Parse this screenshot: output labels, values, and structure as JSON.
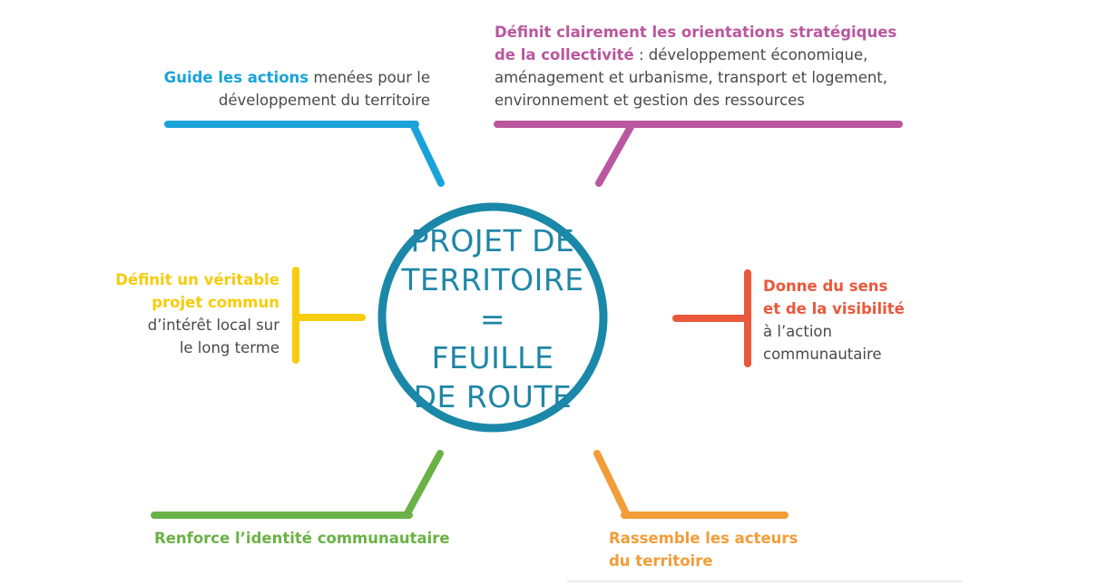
{
  "center": {
    "line1": "PROJET DE",
    "line2": "TERRITOIRE",
    "line3": "=",
    "line4": "FEUILLE",
    "line5": "DE ROUTE"
  },
  "branches": {
    "guide": {
      "color": "#1aa3d8",
      "bold": "Guide les actions",
      "rest1": " menées pour le",
      "line2": "développement du territoire"
    },
    "strategic": {
      "color": "#b9579f",
      "line1": "Définit clairement les orientations stratégiques",
      "bold2": "de la collectivité",
      "rest2": " : développement économique,",
      "line3": "aménagement et urbanisme, transport et logement,",
      "line4": "environnement et gestion des ressources"
    },
    "project": {
      "color": "#f7cc0d",
      "line1": "Définit un véritable",
      "line2": "projet commun",
      "line3": "d’intérêt local sur",
      "line4": "le long terme"
    },
    "meaning": {
      "color": "#e9583a",
      "line1": "Donne du sens",
      "line2": "et de la visibilité",
      "line3": "à l’action",
      "line4": "communautaire"
    },
    "identity": {
      "color": "#6ab245",
      "line1": "Renforce l’identité communautaire"
    },
    "actors": {
      "color": "#f29d38",
      "line1": "Rassemble les acteurs",
      "line2": "du territoire"
    }
  },
  "circle_color": "#1a88a8"
}
